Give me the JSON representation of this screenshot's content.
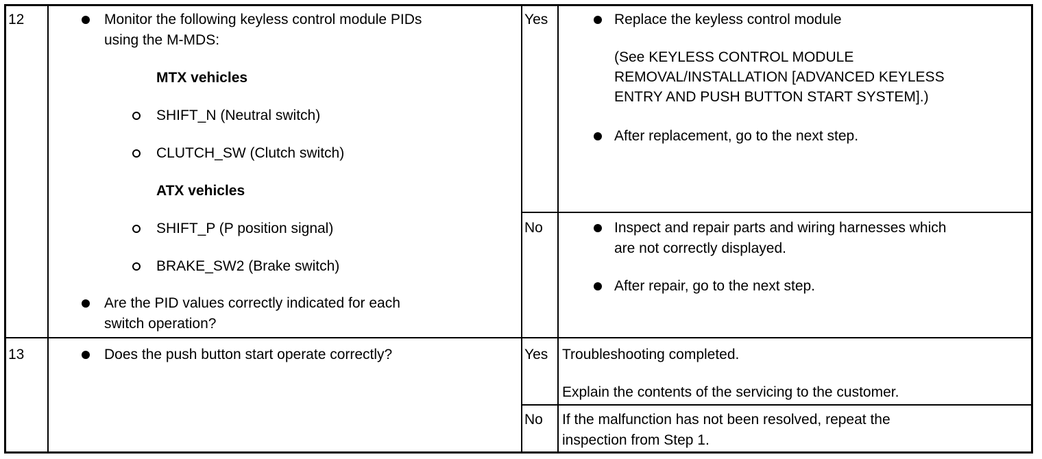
{
  "rows": [
    {
      "step": "12",
      "action_lines": [
        "Monitor the following keyless control module PIDs",
        "using the M-MDS:"
      ],
      "mtx_heading": "MTX vehicles",
      "mtx_items": [
        "SHIFT_N (Neutral switch)",
        "CLUTCH_SW (Clutch switch)"
      ],
      "atx_heading": "ATX vehicles",
      "atx_items": [
        "SHIFT_P (P position signal)",
        "BRAKE_SW2 (Brake switch)"
      ],
      "question_lines": [
        "Are the PID values correctly indicated for each",
        "switch operation?"
      ],
      "yes": {
        "label": "Yes",
        "bullet1": "Replace the keyless control module",
        "note_lines": [
          "(See KEYLESS CONTROL MODULE",
          "REMOVAL/INSTALLATION [ADVANCED KEYLESS",
          "ENTRY AND PUSH BUTTON START SYSTEM].)"
        ],
        "bullet2": "After replacement, go to the next step."
      },
      "no": {
        "label": "No",
        "bullet1_lines": [
          "Inspect and repair parts and wiring harnesses which",
          "are not correctly displayed."
        ],
        "bullet2": "After repair, go to the next step."
      }
    },
    {
      "step": "13",
      "action": "Does the push button start operate correctly?",
      "yes": {
        "label": "Yes",
        "line1": "Troubleshooting completed.",
        "line2": "Explain the contents of the servicing to the customer."
      },
      "no": {
        "label": "No",
        "lines": [
          "If the malfunction has not been resolved, repeat the",
          "inspection from Step 1."
        ]
      }
    }
  ]
}
